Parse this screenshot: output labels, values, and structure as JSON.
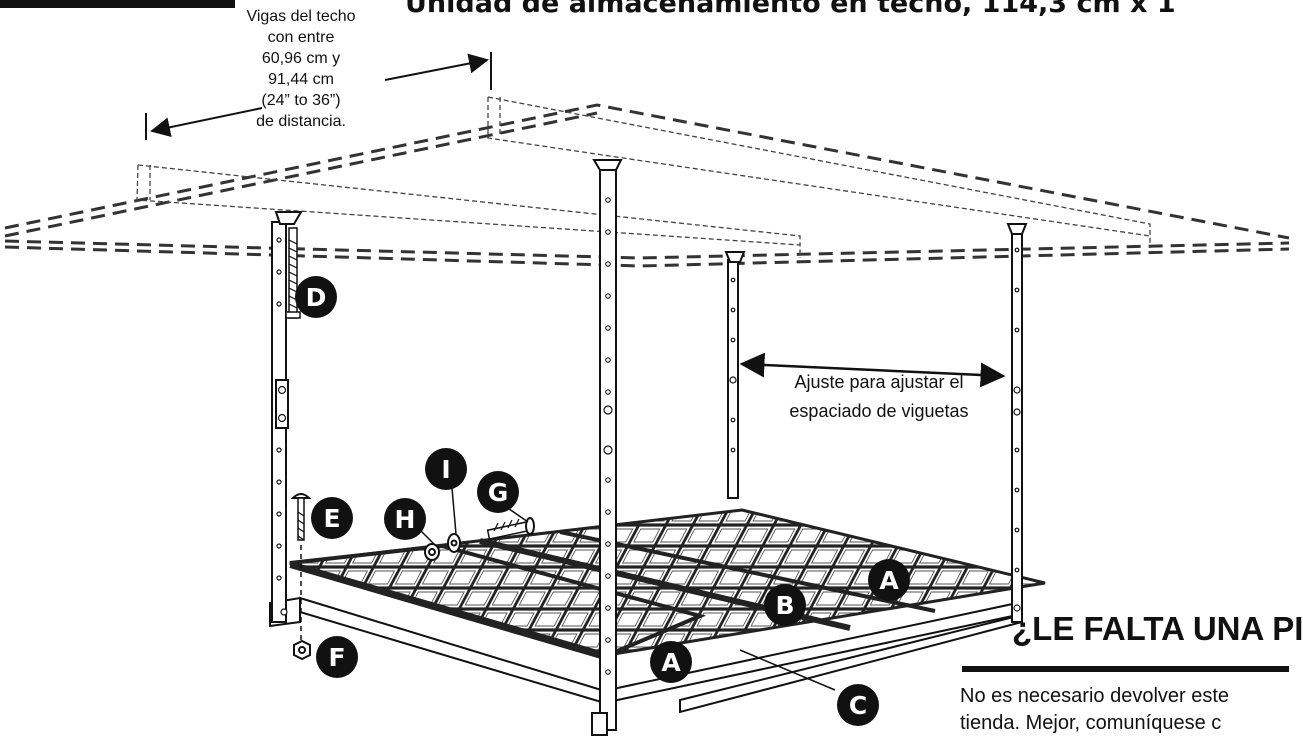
{
  "title": "Unidad de almacenamiento en techo, 114,3 cm x 1",
  "beam_note": {
    "lines": [
      "Vigas del techo",
      "con entre",
      "60,96 cm y",
      "91,44 cm",
      "(24” to 36”)",
      "de distancia."
    ]
  },
  "adjust_note": {
    "lines": [
      "Ajuste para ajustar el",
      "espaciado de viguetas"
    ]
  },
  "parts": {
    "a1": "A",
    "a2": "A",
    "b": "B",
    "c": "C",
    "d": "D",
    "e": "E",
    "f": "F",
    "g": "G",
    "h": "H",
    "i": "I"
  },
  "missing_part": {
    "heading": "¿LE FALTA UNA PI",
    "lines": [
      "No es necesario devolver este",
      "tienda. Mejor, comuníquese c"
    ]
  }
}
